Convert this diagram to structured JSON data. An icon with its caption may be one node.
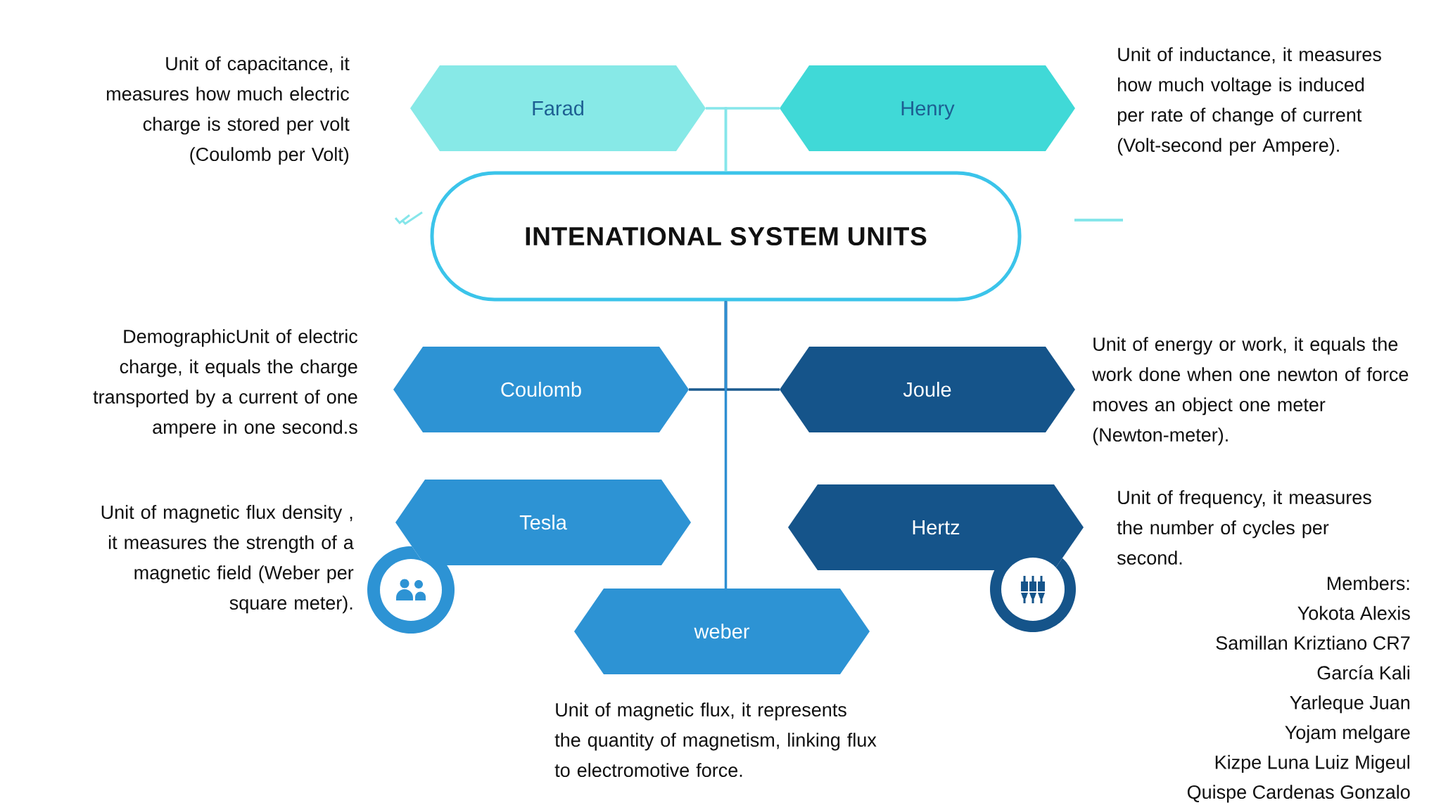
{
  "diagram": {
    "nodes": [
      {
        "text": [
          "Farad"
        ],
        "beside": [
          "Unit of capacitance, it measures how much electric charge is stored per volt (Coulomb per Volt)"
        ]
      },
      {
        "text": [
          "Henry"
        ],
        "beside": [
          "Unit of inductance, it measures how much voltage is induced per rate of change of current (Volt-second per Ampere)."
        ]
      },
      {
        "text": [
          "INTENATIONAL SYSTEM UNITS"
        ]
      },
      {
        "text": [
          "Coulomb"
        ],
        "beside": [
          "DemographicUnit of electric charge, it equals the charge transported by a current of one ampere in one second.s"
        ]
      },
      {
        "text": [
          "Joule"
        ],
        "beside": [
          "Unit of energy or work, it equals the work done when one newton of force moves an object one meter (Newton-meter)."
        ]
      },
      {
        "text": [
          "Tesla"
        ],
        "beside": [
          "Unit of magnetic flux density , it measures the strength of a magnetic field (Weber per square meter)."
        ]
      },
      {
        "text": [
          "Hertz"
        ],
        "beside": [
          "Unit of frequency, it measures the number of cycles per second."
        ]
      },
      {
        "text": [
          "weber"
        ],
        "beside": [
          "Unit of magnetic flux, it represents the quantity of magnetism, linking flux to electromotive force."
        ]
      }
    ],
    "edges": [
      {
        "from": 2,
        "to": 0,
        "arrow": "none"
      },
      {
        "from": 2,
        "to": 1,
        "arrow": "none"
      },
      {
        "from": 2,
        "to": 3,
        "arrow": "none",
        "color": "#1b5a8f"
      },
      {
        "from": 2,
        "to": 4,
        "arrow": "none",
        "color": "#1b5a8f"
      },
      {
        "from": 2,
        "to": 7,
        "arrow": "none",
        "color": "#2e8fd2"
      }
    ],
    "labels": [
      "Members:",
      "Yokota Alexis",
      "Samillan Kriztiano CR7",
      "García Kali",
      "Yarleque Juan",
      "Yojam melgare",
      "Kizpe Luna Luiz Migeul",
      "Quispe Cardenas Gonzalo"
    ]
  }
}
